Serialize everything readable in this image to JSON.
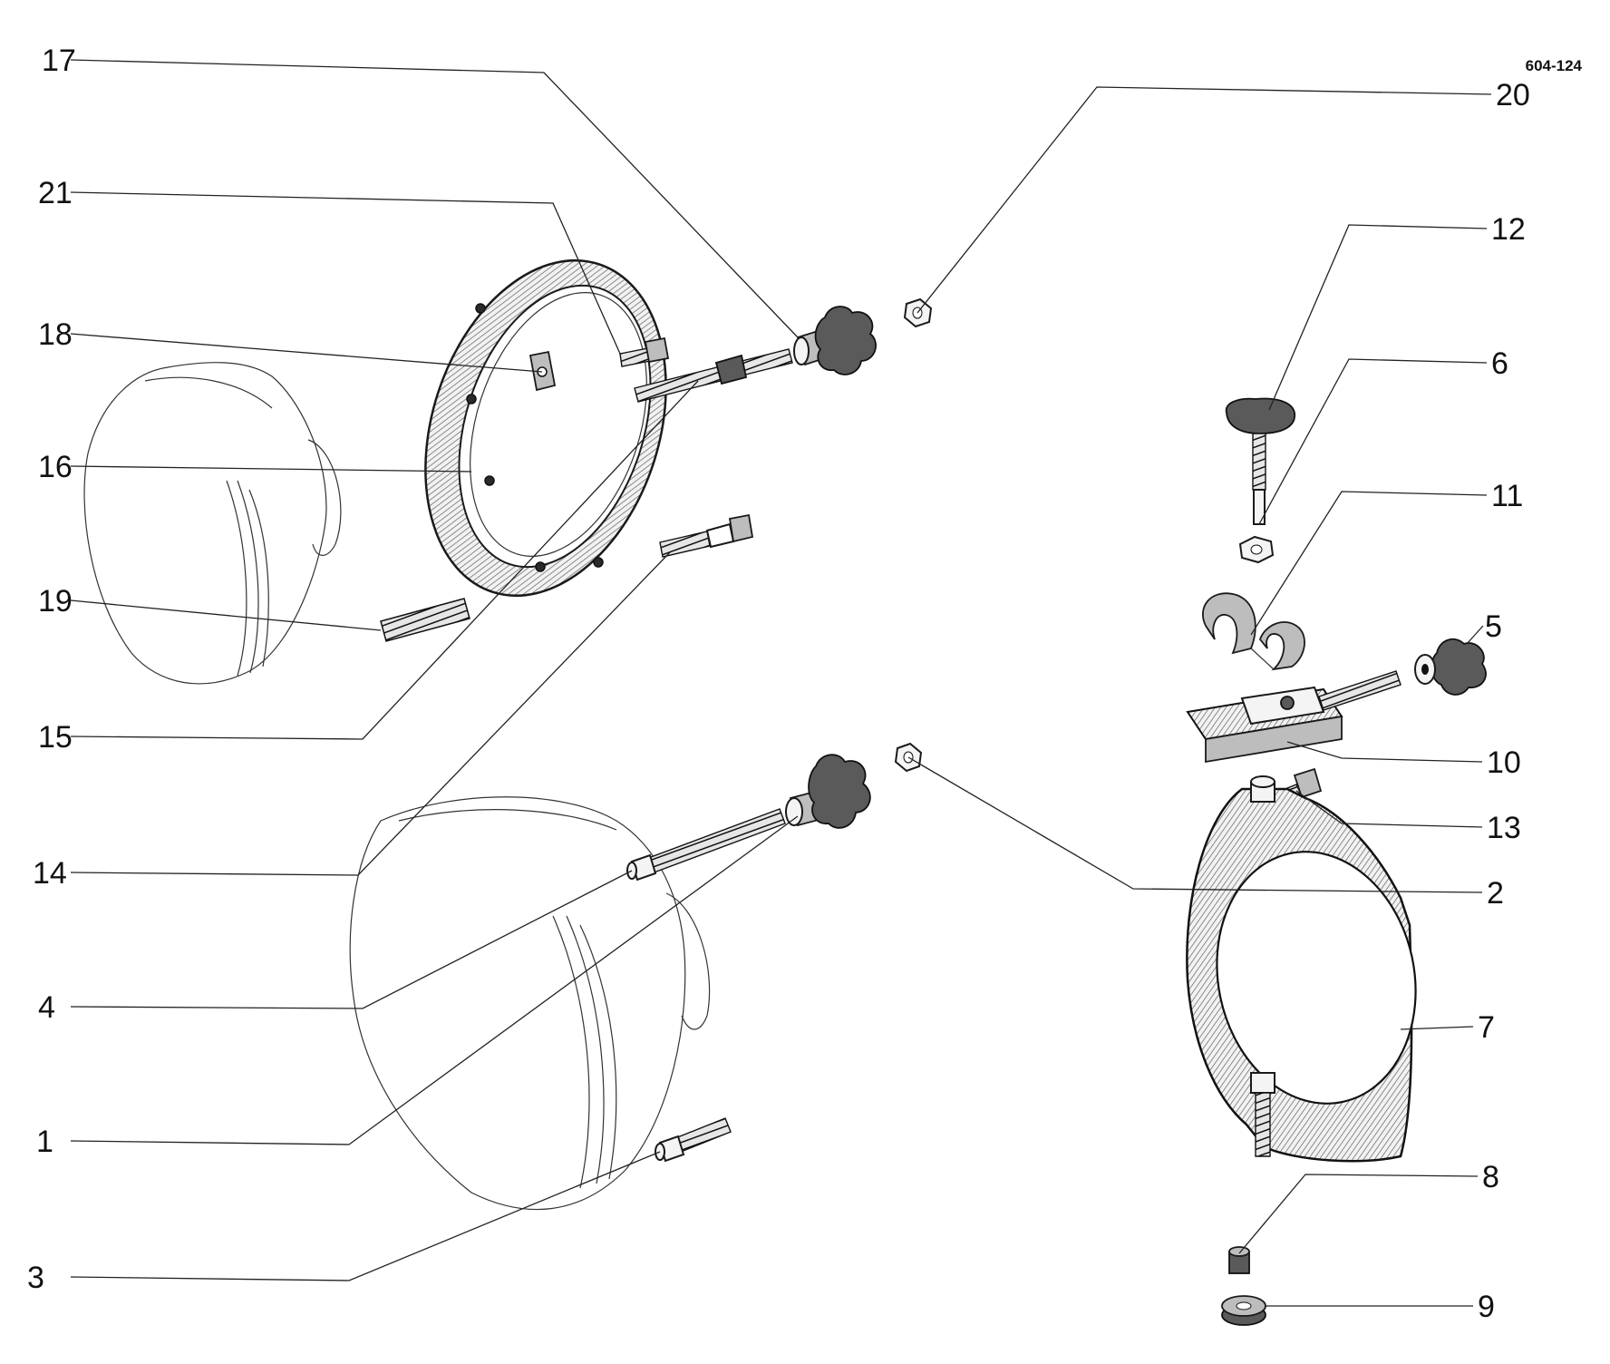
{
  "drawing_ref": "604-124",
  "callouts": [
    "17",
    "21",
    "18",
    "16",
    "19",
    "15",
    "14",
    "4",
    "1",
    "3",
    "20",
    "12",
    "6",
    "11",
    "5",
    "10",
    "13",
    "2",
    "7",
    "8",
    "9"
  ]
}
